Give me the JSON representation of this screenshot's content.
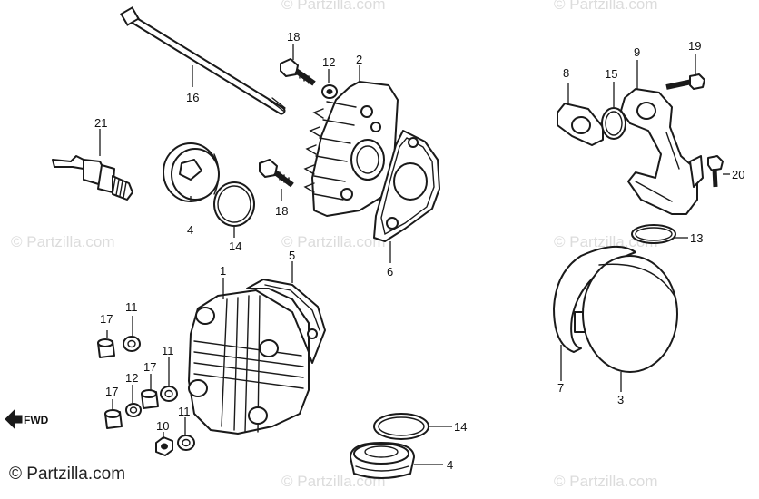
{
  "watermark": {
    "faint": "© Partzilla.com",
    "main": "© Partzilla.com"
  },
  "direction_label": "FWD",
  "callouts": {
    "c1": "1",
    "c2": "2",
    "c3": "3",
    "c4a": "4",
    "c4b": "4",
    "c5": "5",
    "c6": "6",
    "c7": "7",
    "c8": "8",
    "c9": "9",
    "c10": "10",
    "c11a": "11",
    "c11b": "11",
    "c11c": "11",
    "c12a": "12",
    "c12b": "12",
    "c13": "13",
    "c14a": "14",
    "c14b": "14",
    "c15": "15",
    "c16": "16",
    "c17a": "17",
    "c17b": "17",
    "c17c": "17",
    "c18a": "18",
    "c18b": "18",
    "c19": "19",
    "c20": "20",
    "c21": "21"
  },
  "colors": {
    "line": "#1a1a1a",
    "watermark": "#dcdcdc",
    "background": "#ffffff"
  }
}
